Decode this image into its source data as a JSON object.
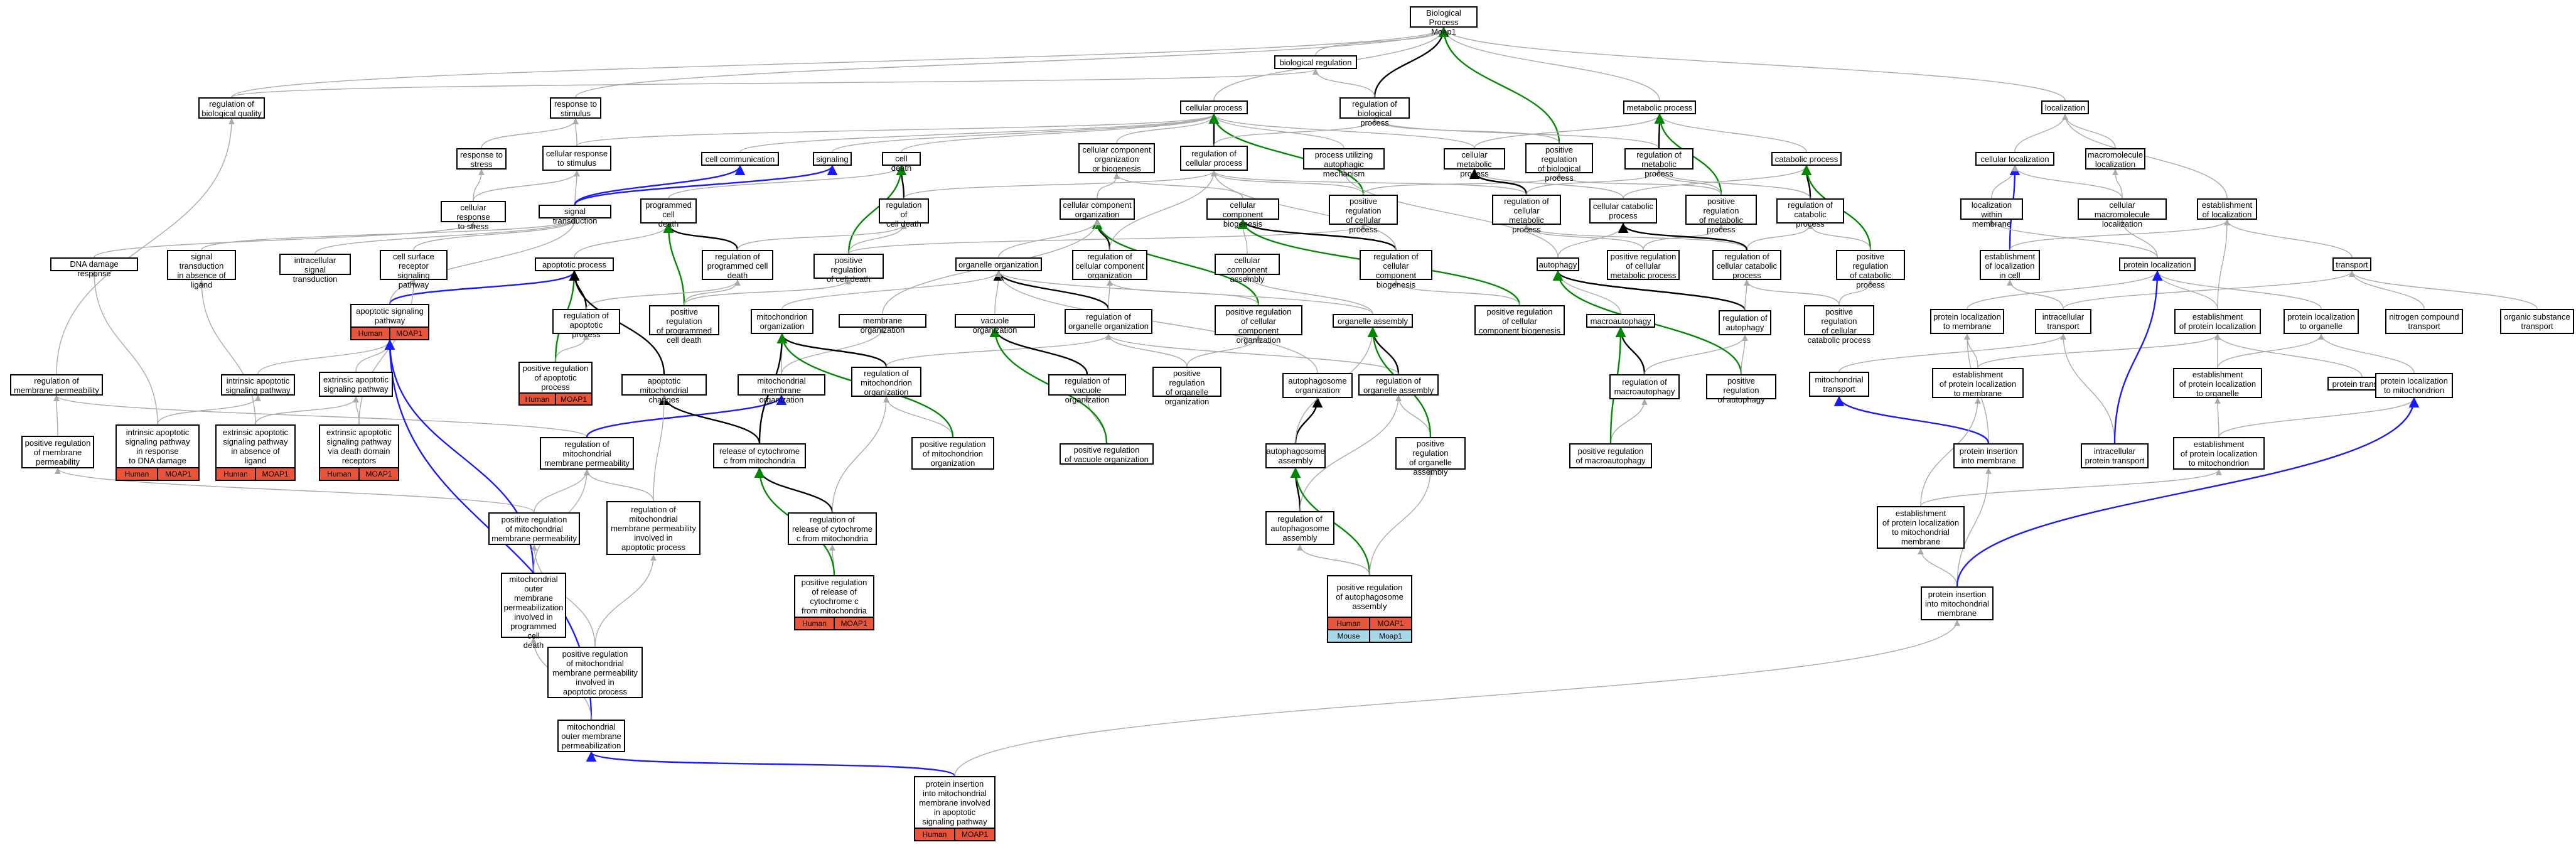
{
  "colors": {
    "is_a": "#aaaaaa",
    "part_of": "#000000",
    "regulates": "#1a1aff",
    "positively_regulates": "#008800",
    "human": "#e8553b",
    "mouse": "#a8d8e8"
  },
  "nodes": [
    {
      "id": "root",
      "label": "Biological Process\nMoap1"
    },
    {
      "id": "bioreg",
      "label": "biological regulation"
    },
    {
      "id": "regbioq",
      "label": "regulation of\nbiological quality"
    },
    {
      "id": "respstim",
      "label": "response to\nstimulus"
    },
    {
      "id": "cellproc",
      "label": "cellular process"
    },
    {
      "id": "regbioproc",
      "label": "regulation of\nbiological process"
    },
    {
      "id": "metab",
      "label": "metabolic process"
    },
    {
      "id": "loc",
      "label": "localization"
    },
    {
      "id": "respstress",
      "label": "response to\nstress"
    },
    {
      "id": "cellrespstim",
      "label": "cellular response\nto stimulus"
    },
    {
      "id": "cellcomm",
      "label": "cell communication"
    },
    {
      "id": "signaling",
      "label": "signaling"
    },
    {
      "id": "celldeath",
      "label": "cell death"
    },
    {
      "id": "ccob",
      "label": "cellular component\norganization\nor biogenesis"
    },
    {
      "id": "regcellproc",
      "label": "regulation of\ncellular process"
    },
    {
      "id": "procautoph",
      "label": "process utilizing\nautophagic mechanism"
    },
    {
      "id": "cellmetab",
      "label": "cellular metabolic\nprocess"
    },
    {
      "id": "posregbio",
      "label": "positive regulation\nof biological\nprocess"
    },
    {
      "id": "regmetab",
      "label": "regulation of\nmetabolic process"
    },
    {
      "id": "catab",
      "label": "catabolic process"
    },
    {
      "id": "cellloc",
      "label": "cellular localization"
    },
    {
      "id": "macroloc",
      "label": "macromolecule\nlocalization"
    },
    {
      "id": "cellstress",
      "label": "cellular response\nto stress"
    },
    {
      "id": "sigtrans",
      "label": "signal transduction"
    },
    {
      "id": "pcd",
      "label": "programmed cell\ndeath"
    },
    {
      "id": "regcelldeath",
      "label": "regulation of\ncell death"
    },
    {
      "id": "cco",
      "label": "cellular component\norganization"
    },
    {
      "id": "ccbiog",
      "label": "cellular component\nbiogenesis"
    },
    {
      "id": "posregcell",
      "label": "positive regulation\nof cellular\nprocess"
    },
    {
      "id": "regcellmetab",
      "label": "regulation of\ncellular metabolic\nprocess"
    },
    {
      "id": "cellcatab",
      "label": "cellular catabolic\nprocess"
    },
    {
      "id": "posregmetab",
      "label": "positive regulation\nof metabolic\nprocess"
    },
    {
      "id": "regcatab",
      "label": "regulation of\ncatabolic process"
    },
    {
      "id": "locmemb",
      "label": "localization\nwithin membrane"
    },
    {
      "id": "cellmacroloc",
      "label": "cellular macromolecule\nlocalization"
    },
    {
      "id": "estloc",
      "label": "establishment\nof localization"
    },
    {
      "id": "dnadmg",
      "label": "DNA damage response"
    },
    {
      "id": "sigabs",
      "label": "signal transduction\nin absence of\nligand"
    },
    {
      "id": "intrasig",
      "label": "intracellular\nsignal transduction"
    },
    {
      "id": "cellsurf",
      "label": "cell surface\nreceptor signaling\npathway"
    },
    {
      "id": "apopt",
      "label": "apoptotic process"
    },
    {
      "id": "regpcd",
      "label": "regulation of\nprogrammed cell\ndeath"
    },
    {
      "id": "posregcelldeath",
      "label": "positive regulation\nof cell death"
    },
    {
      "id": "orgorg",
      "label": "organelle organization"
    },
    {
      "id": "regcco",
      "label": "regulation of\ncellular component\norganization"
    },
    {
      "id": "ccasm",
      "label": "cellular component\nassembly"
    },
    {
      "id": "regccb",
      "label": "regulation of\ncellular component\nbiogenesis"
    },
    {
      "id": "autoph",
      "label": "autophagy"
    },
    {
      "id": "posregcellmetab",
      "label": "positive regulation\nof cellular\nmetabolic process"
    },
    {
      "id": "regcellcatab",
      "label": "regulation of\ncellular catabolic\nprocess"
    },
    {
      "id": "posregcatab",
      "label": "positive regulation\nof catabolic\nprocess"
    },
    {
      "id": "estlocincell",
      "label": "establishment\nof localization\nin cell"
    },
    {
      "id": "protloc",
      "label": "protein localization"
    },
    {
      "id": "transport",
      "label": "transport"
    },
    {
      "id": "apsig",
      "label": "apoptotic signaling\npathway",
      "ann": "human"
    },
    {
      "id": "regapopt",
      "label": "regulation of\napoptotic process"
    },
    {
      "id": "posregpcd",
      "label": "positive regulation\nof programmed\ncell death"
    },
    {
      "id": "mitoorg",
      "label": "mitochondrion\norganization"
    },
    {
      "id": "membraneorg",
      "label": "membrane organization"
    },
    {
      "id": "vacorg",
      "label": "vacuole organization"
    },
    {
      "id": "regorgorg",
      "label": "regulation of\norganelle organization"
    },
    {
      "id": "posregcco",
      "label": "positive regulation\nof cellular\ncomponent organization"
    },
    {
      "id": "orgasm",
      "label": "organelle assembly"
    },
    {
      "id": "posregccb",
      "label": "positive regulation\nof cellular\ncomponent biogenesis"
    },
    {
      "id": "macroautoph",
      "label": "macroautophagy"
    },
    {
      "id": "regautoph",
      "label": "regulation of\nautophagy"
    },
    {
      "id": "posregcellcatab",
      "label": "positive regulation\nof cellular\ncatabolic process"
    },
    {
      "id": "protlocmemb",
      "label": "protein localization\nto membrane"
    },
    {
      "id": "intratrans",
      "label": "intracellular\ntransport"
    },
    {
      "id": "estprotloc",
      "label": "establishment\nof protein localization"
    },
    {
      "id": "protlocorg",
      "label": "protein localization\nto organelle"
    },
    {
      "id": "nitro",
      "label": "nitrogen compound\ntransport"
    },
    {
      "id": "organic",
      "label": "organic substance\ntransport"
    },
    {
      "id": "regmembperm",
      "label": "regulation of\nmembrane permeability"
    },
    {
      "id": "intrinsic",
      "label": "intrinsic apoptotic\nsignaling pathway"
    },
    {
      "id": "extrinsic",
      "label": "extrinsic apoptotic\nsignaling pathway"
    },
    {
      "id": "posregapopt",
      "label": "positive regulation\nof apoptotic\nprocess",
      "ann": "human"
    },
    {
      "id": "apmito",
      "label": "apoptotic mitochondrial\nchanges"
    },
    {
      "id": "mitomemborg",
      "label": "mitochondrial\nmembrane organization"
    },
    {
      "id": "regmitoorg",
      "label": "regulation of\nmitochondrion\norganization"
    },
    {
      "id": "autophasmorg",
      "label": "autophagosome\norganization"
    },
    {
      "id": "regorgasm",
      "label": "regulation of\norganelle assembly"
    },
    {
      "id": "regvacorg",
      "label": "regulation of\nvacuole organization"
    },
    {
      "id": "posregorgorg",
      "label": "positive regulation\nof organelle\norganization"
    },
    {
      "id": "regmacroautoph",
      "label": "regulation of\nmacroautophagy"
    },
    {
      "id": "posregautoph",
      "label": "positive regulation\nof autophagy"
    },
    {
      "id": "mitotrans",
      "label": "mitochondrial\ntransport"
    },
    {
      "id": "estprotlocmemb",
      "label": "establishment\nof protein localization\nto membrane"
    },
    {
      "id": "estprotlocorg",
      "label": "establishment\nof protein localization\nto organelle"
    },
    {
      "id": "prottrans",
      "label": "protein transport"
    },
    {
      "id": "protlocmito",
      "label": "protein localization\nto mitochondrion"
    },
    {
      "id": "posregmembperm",
      "label": "positive regulation\nof membrane\npermeability"
    },
    {
      "id": "intrdna",
      "label": "intrinsic apoptotic\nsignaling pathway\nin response\nto DNA damage",
      "ann": "human"
    },
    {
      "id": "extrabs",
      "label": "extrinsic apoptotic\nsignaling pathway\nin absence of\nligand",
      "ann": "human"
    },
    {
      "id": "extrdeath",
      "label": "extrinsic apoptotic\nsignaling pathway\nvia death domain\nreceptors",
      "ann": "human"
    },
    {
      "id": "regmitomembperm",
      "label": "regulation of\nmitochondrial\nmembrane permeability"
    },
    {
      "id": "relcytc",
      "label": "release of cytochrome\nc from mitochondria"
    },
    {
      "id": "posregmitoorg",
      "label": "positive regulation\nof mitochondrion\norganization"
    },
    {
      "id": "posregvacorg",
      "label": "positive regulation\nof vacuole organization"
    },
    {
      "id": "autophasm",
      "label": "autophagosome\nassembly"
    },
    {
      "id": "posregorgasm",
      "label": "positive regulation\nof organelle\nassembly"
    },
    {
      "id": "posregmacroautoph",
      "label": "positive regulation\nof macroautophagy"
    },
    {
      "id": "protinsmemb",
      "label": "protein insertion\ninto membrane"
    },
    {
      "id": "intraprottrans",
      "label": "intracellular\nprotein transport"
    },
    {
      "id": "estprotlocmito",
      "label": "establishment\nof protein localization\nto mitochondrion"
    },
    {
      "id": "posregmitomembperm",
      "label": "positive regulation\nof mitochondrial\nmembrane permeability"
    },
    {
      "id": "regmitomembapopt",
      "label": "regulation of\nmitochondrial\nmembrane permeability\ninvolved in\napoptotic process"
    },
    {
      "id": "regrelcytc",
      "label": "regulation of\nrelease of cytochrome\nc from mitochondria"
    },
    {
      "id": "regautophasm",
      "label": "regulation of\nautophagosome\nassembly"
    },
    {
      "id": "estprotlocmitomemb",
      "label": "establishment\nof protein localization\nto mitochondrial\nmembrane"
    },
    {
      "id": "mitoouterpcd",
      "label": "mitochondrial\nouter membrane\npermeabilization\ninvolved in\nprogrammed cell\ndeath"
    },
    {
      "id": "posregrelcytc",
      "label": "positive regulation\nof release of\ncytochrome c\nfrom mitochondria",
      "ann": "human"
    },
    {
      "id": "posregautophasm",
      "label": "positive regulation\nof autophagosome\nassembly",
      "ann": "human",
      "ann2": "mouse"
    },
    {
      "id": "protinsmitomemb",
      "label": "protein insertion\ninto mitochondrial\nmembrane"
    },
    {
      "id": "posregmitomembapopt",
      "label": "positive regulation\nof mitochondrial\nmembrane permeability\ninvolved in\napoptotic process"
    },
    {
      "id": "mitoouter",
      "label": "mitochondrial\nouter membrane\npermeabilization"
    },
    {
      "id": "protinsapopt",
      "label": "protein insertion\ninto mitochondrial\nmembrane involved\nin apoptotic\nsignaling pathway",
      "ann": "human"
    }
  ],
  "annotations": {
    "human": {
      "organism": "Human",
      "gene": "MOAP1"
    },
    "mouse": {
      "organism": "Mouse",
      "gene": "Moap1"
    }
  }
}
